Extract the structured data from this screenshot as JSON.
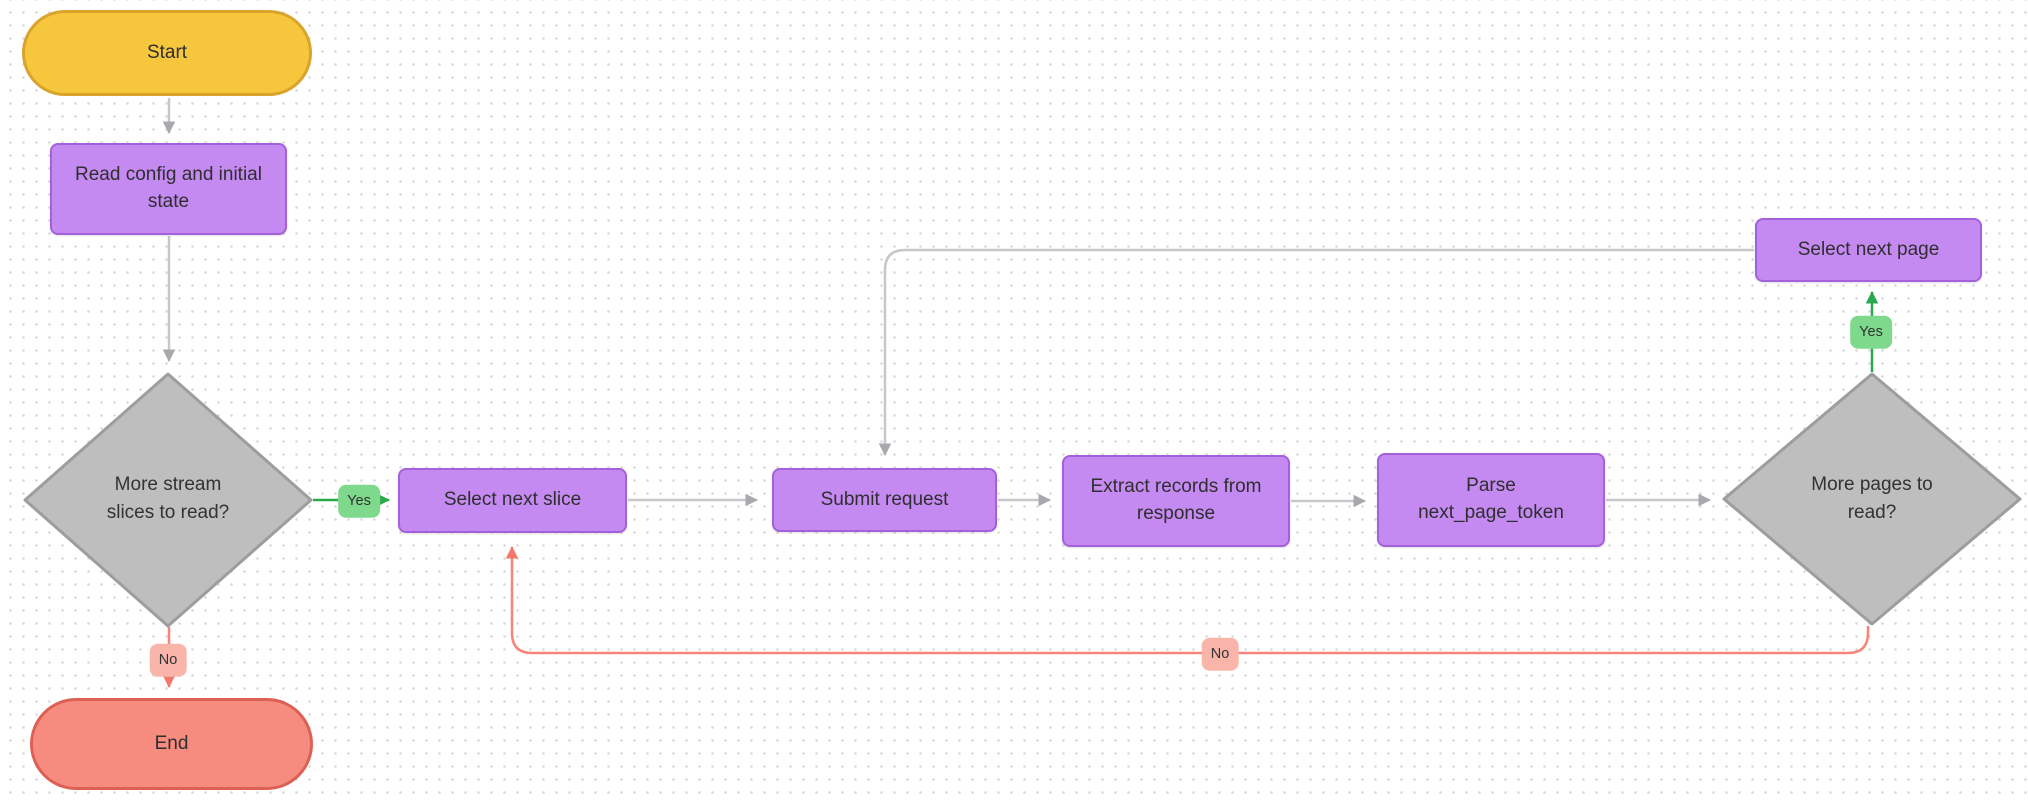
{
  "nodes": {
    "start": {
      "label": "Start"
    },
    "read_config": {
      "label": "Read config and initial\nstate"
    },
    "more_slices": {
      "label": "More stream\nslices to read?"
    },
    "select_slice": {
      "label": "Select next slice"
    },
    "submit_request": {
      "label": "Submit request"
    },
    "extract_records": {
      "label": "Extract records from\nresponse"
    },
    "parse_token": {
      "label": "Parse\nnext_page_token"
    },
    "more_pages": {
      "label": "More pages to\nread?"
    },
    "select_page": {
      "label": "Select next page"
    },
    "end": {
      "label": "End"
    }
  },
  "edge_labels": {
    "more_slices_yes": "Yes",
    "more_slices_no": "No",
    "more_pages_yes": "Yes",
    "more_pages_no": "No"
  },
  "colors": {
    "process_fill": "#c58af1",
    "process_border": "#a361dc",
    "start_fill": "#f6c63d",
    "start_border": "#d9a32c",
    "end_fill": "#f68c80",
    "end_border": "#dd6054",
    "decision_fill": "#bebebe",
    "decision_border": "#9d9d9d",
    "edge_gray": "#c7c7cb",
    "edge_green": "#2ba84c",
    "edge_red": "#f8837a",
    "label_yes_fill": "#7ed98c",
    "label_no_fill": "#f9b5aa"
  }
}
